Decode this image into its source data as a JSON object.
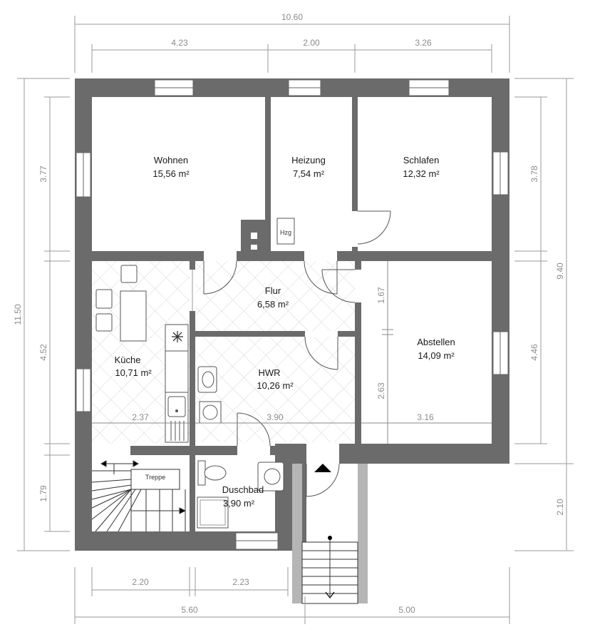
{
  "dimensions": {
    "top_total": "10.60",
    "top_a": "4.23",
    "top_b": "2.00",
    "top_c": "3.26",
    "left_total": "11.50",
    "left_a": "3.77",
    "left_b": "4.52",
    "left_c": "1.79",
    "right_total": "9.40",
    "right_a": "3.78",
    "right_b": "4.46",
    "right_c": "2.10",
    "bottom_total_a": "5.60",
    "bottom_total_b": "5.00",
    "bottom_a": "2.20",
    "bottom_b": "2.23",
    "inner_kueche_w": "2.37",
    "inner_hwr_w": "3.90",
    "inner_abstellen_w": "3.16",
    "inner_abstellen_h1": "1.67",
    "inner_abstellen_h2": "2.63"
  },
  "rooms": {
    "wohnen": {
      "name": "Wohnen",
      "area": "15,56 m²"
    },
    "heizung": {
      "name": "Heizung",
      "area": "7,54 m²"
    },
    "schlafen": {
      "name": "Schlafen",
      "area": "12,32 m²"
    },
    "flur": {
      "name": "Flur",
      "area": "6,58 m²"
    },
    "abstellen": {
      "name": "Abstellen",
      "area": "14,09 m²"
    },
    "kueche": {
      "name": "Küche",
      "area": "10,71 m²"
    },
    "hwr": {
      "name": "HWR",
      "area": "10,26 m²"
    },
    "duschbad": {
      "name": "Duschbad",
      "area": "3,90 m²"
    }
  },
  "labels": {
    "hzg": "Hzg",
    "treppe": "Treppe"
  }
}
